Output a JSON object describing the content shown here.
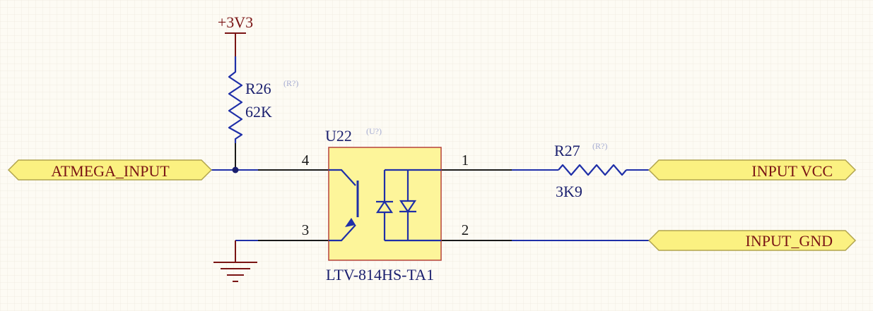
{
  "colors": {
    "background": "#fdfbf4",
    "grid": "#f1ede2",
    "wire": "#1a1a1a",
    "component": "#1f2fa8",
    "power": "#7a1414",
    "port_fill": "#fbf181",
    "port_stroke": "#b1a44e",
    "port_text": "#7a1414",
    "ic_fill": "#fdf59a",
    "ic_stroke": "#b7423a",
    "designator_hint": "#a7add3"
  },
  "power": {
    "vcc_label": "+3V3",
    "vcc_icon": "power-bar-icon",
    "gnd_icon": "ground-icon"
  },
  "ports": {
    "atmega_input": "ATMEGA_INPUT",
    "input_vcc": "INPUT VCC",
    "input_gnd": "INPUT_GND"
  },
  "components": {
    "r26": {
      "designator": "R26",
      "hint": "(R?)",
      "value": "62K",
      "icon": "resistor-icon"
    },
    "r27": {
      "designator": "R27",
      "hint": "(R?)",
      "value": "3K9",
      "icon": "resistor-icon"
    },
    "u22": {
      "designator": "U22",
      "hint": "(U?)",
      "part": "LTV-814HS-TA1",
      "icons": [
        "phototransistor-icon",
        "led-icon"
      ],
      "pins": {
        "p1": "1",
        "p2": "2",
        "p3": "3",
        "p4": "4"
      }
    }
  }
}
